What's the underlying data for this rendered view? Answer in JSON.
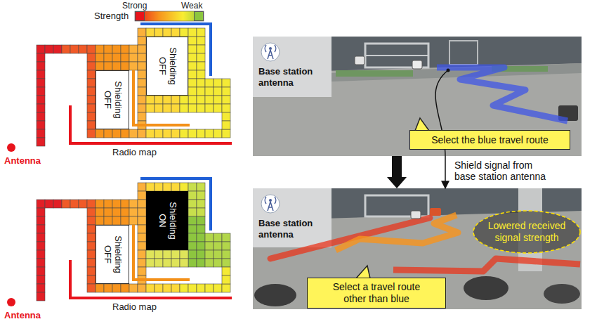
{
  "diagram": {
    "nodes": [
      {
        "text": [
          "Shielding OFF"
        ]
      },
      {
        "text": [
          "Shielding OFF"
        ]
      },
      {
        "text": [
          "Base station antenna"
        ]
      },
      {
        "text": [
          "Select the blue travel route"
        ],
        "in": 2
      },
      {
        "text": [
          "Shielding OFF"
        ]
      },
      {
        "text": [
          "Shielding ON"
        ]
      },
      {
        "text": [
          "Base station antenna"
        ]
      },
      {
        "text": [
          "Lowered received signal strength"
        ],
        "in": 6
      },
      {
        "text": [
          "Select a travel route other than blue"
        ],
        "in": 6
      }
    ],
    "edges": [
      {
        "from": 2,
        "to": 6,
        "arrow": "to"
      },
      {
        "from": 2,
        "to": 6,
        "label": "Shield signal from base station antenna",
        "arrow": "to"
      }
    ],
    "labels": [
      "Strength",
      "Antenna",
      "Radio map",
      "Antenna",
      "Radio map"
    ],
    "legend": [
      {
        "text": "Strong",
        "color": "#e8141c"
      },
      {
        "text": "Weak",
        "color": "#8cc63f"
      }
    ]
  }
}
